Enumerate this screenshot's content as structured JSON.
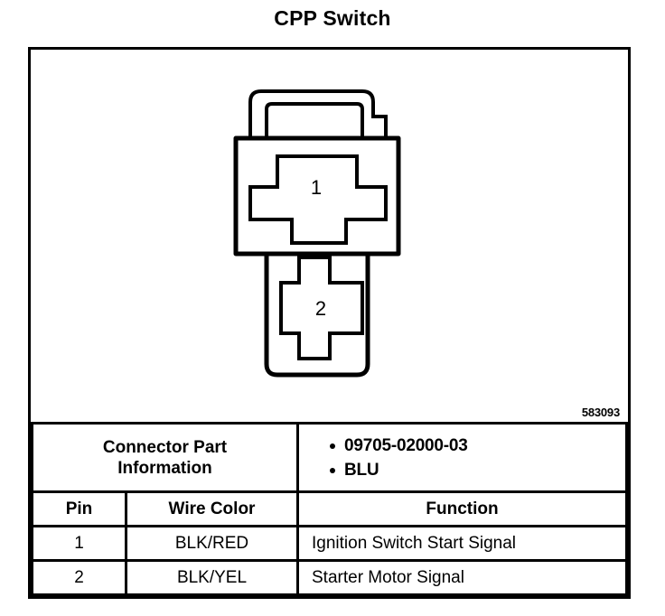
{
  "title": "CPP Switch",
  "diagram": {
    "figure_id": "583093",
    "pin_labels": [
      "1",
      "2"
    ],
    "description": "two-cavity wiring connector face view"
  },
  "connector_part_information": {
    "label_line1": "Connector Part",
    "label_line2": "Information",
    "values": [
      "09705-02000-03",
      "BLU"
    ]
  },
  "table": {
    "headers": [
      "Pin",
      "Wire Color",
      "Function"
    ],
    "rows": [
      {
        "pin": "1",
        "wire_color": "BLK/RED",
        "function": "Ignition Switch Start Signal"
      },
      {
        "pin": "2",
        "wire_color": "BLK/YEL",
        "function": "Starter Motor Signal"
      }
    ]
  },
  "colors": {
    "ink": "#000000",
    "paper": "#ffffff"
  }
}
